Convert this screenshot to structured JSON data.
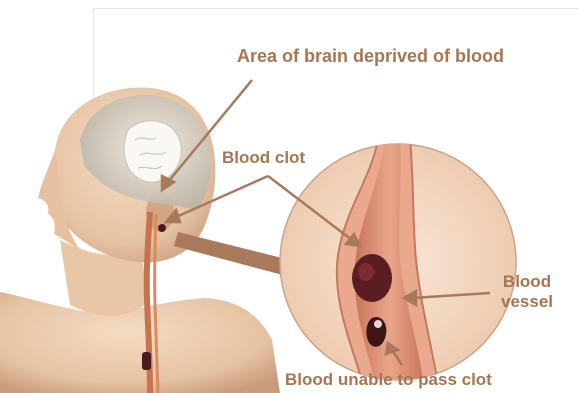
{
  "labels": {
    "deprived": "Area of brain deprived of blood",
    "clot": "Blood clot",
    "vessel_line1": "Blood",
    "vessel_line2": "vessel",
    "unable": "Blood unable to pass clot"
  },
  "colors": {
    "label": "#a67652",
    "arrow": "#a8795a",
    "skin": "#e8c8a8",
    "skin_shadow": "#c99c7b",
    "vessel_wall": "#d9866a",
    "clot": "#5a1e22",
    "circle_fill": "#f3d9c4"
  }
}
